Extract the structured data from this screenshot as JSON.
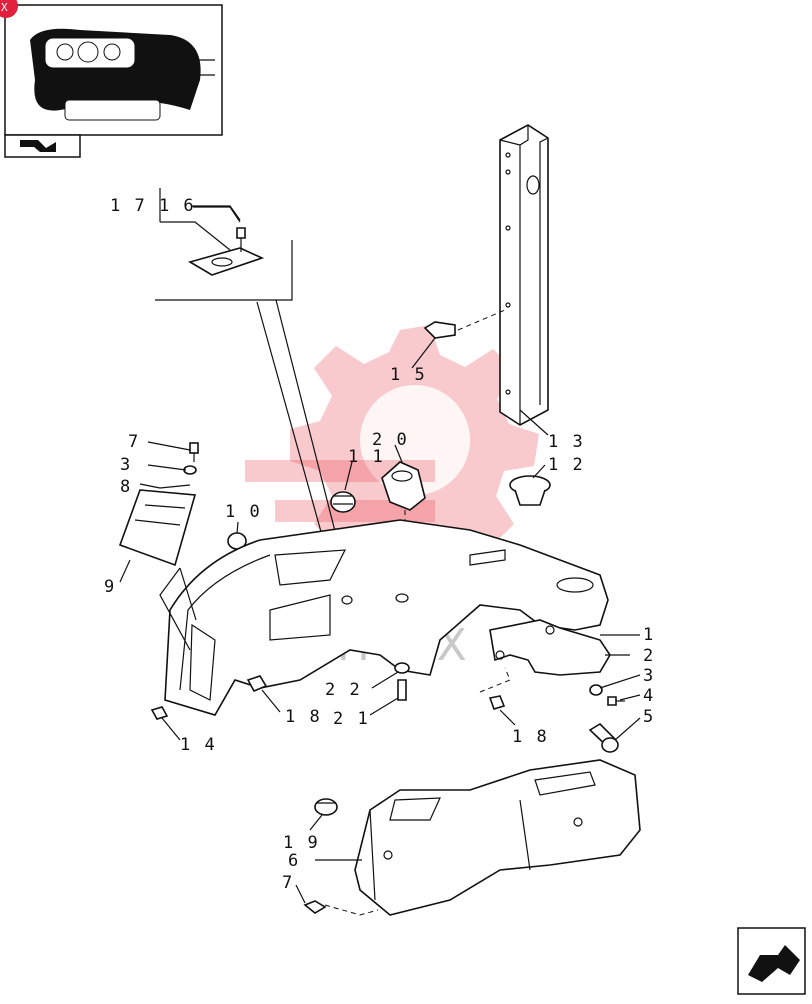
{
  "watermark": {
    "text": "ИНТЕХ",
    "color": "#e8414b"
  },
  "thumbnail": {
    "badge": "X"
  },
  "callouts": {
    "c1": "1",
    "c2": "2",
    "c3a": "3",
    "c3b": "3",
    "c4": "4",
    "c5": "5",
    "c6": "6",
    "c7a": "7",
    "c7b": "7",
    "c8": "8",
    "c9": "9",
    "c10": "1 0",
    "c11": "1 1",
    "c12": "1 2",
    "c13": "1 3",
    "c14": "1 4",
    "c15": "1 5",
    "c1716": "1 7 1 6",
    "c18a": "1 8",
    "c18b": "1 8",
    "c19": "1 9",
    "c20": "2 0",
    "c21": "2 1",
    "c22": "2 2"
  }
}
